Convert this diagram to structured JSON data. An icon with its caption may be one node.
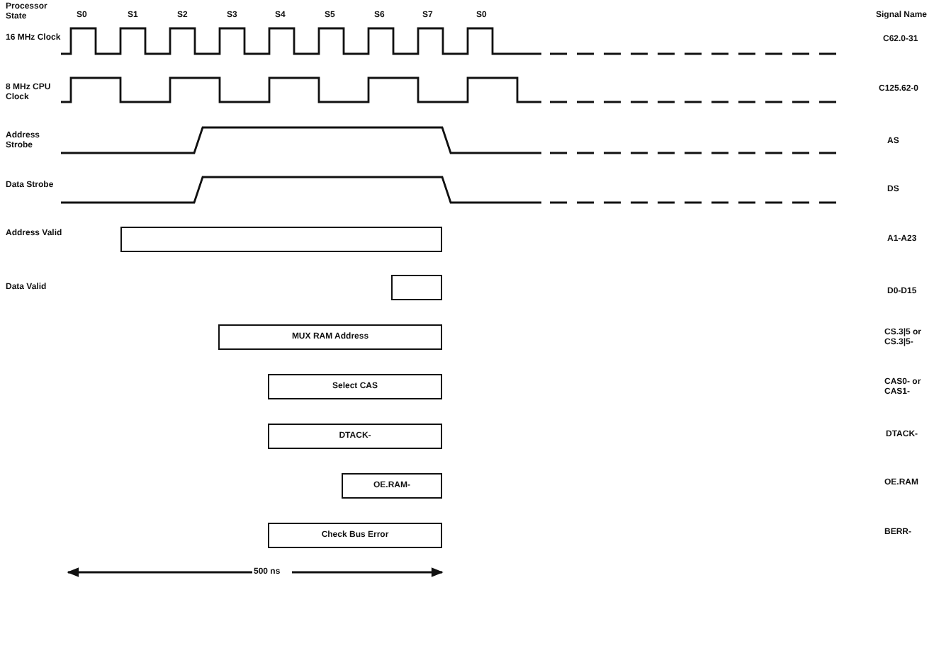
{
  "diagram": {
    "nodes": [
      {
        "text": [],
        "shape": "box"
      },
      {
        "text": [],
        "shape": "box"
      },
      {
        "text": [
          "MUX RAM Address"
        ]
      },
      {
        "text": [
          "Select CAS"
        ]
      },
      {
        "text": [
          "DTACK-"
        ]
      },
      {
        "text": [
          "OE.RAM-"
        ]
      },
      {
        "text": [
          "Check Bus Error"
        ]
      }
    ],
    "labels": [
      "Processor State",
      "S0",
      "S1",
      "S2",
      "S3",
      "S4",
      "S5",
      "S6",
      "S7",
      "S0",
      "Signal Name",
      "16 MHz Clock",
      "C62.0-31",
      "8 MHz CPU Clock",
      "C125.62-0",
      "Address Strobe",
      "AS",
      "Data Strobe",
      "DS",
      "Address Valid",
      "A1-A23",
      "Data Valid",
      "D0-D15",
      "CS.3|5 or CS.3|5-",
      "CAS0- or CAS1-",
      "DTACK-",
      "OE.RAM",
      "BERR-",
      "500 ns"
    ]
  }
}
